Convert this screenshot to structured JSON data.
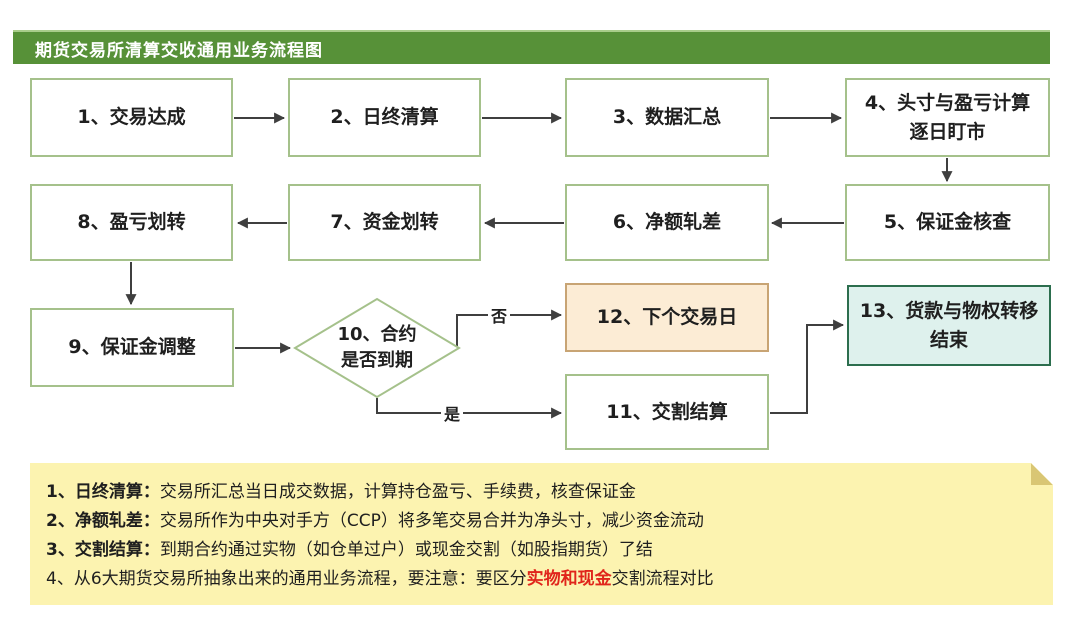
{
  "title": "期货交易所清算交收通用业务流程图",
  "nodes": {
    "n1": {
      "label": "1、交易达成"
    },
    "n2": {
      "label": "2、日终清算"
    },
    "n3": {
      "label": "3、数据汇总"
    },
    "n4": {
      "label": "4、头寸与盈亏计算\n逐日盯市"
    },
    "n5": {
      "label": "5、保证金核查"
    },
    "n6": {
      "label": "6、净额轧差"
    },
    "n7": {
      "label": "7、资金划转"
    },
    "n8": {
      "label": "8、盈亏划转"
    },
    "n9": {
      "label": "9、保证金调整"
    },
    "n10": {
      "label": "10、合约\n是否到期"
    },
    "n11": {
      "label": "11、交割结算"
    },
    "n12": {
      "label": "12、下个交易日"
    },
    "n13": {
      "label": "13、货款与物权转移\n结束"
    }
  },
  "edge_labels": {
    "no": "否",
    "yes": "是"
  },
  "notes": [
    {
      "term": "1、日终清算：",
      "text": "交易所汇总当日成交数据，计算持仓盈亏、手续费，核查保证金"
    },
    {
      "term": "2、净额轧差：",
      "text": "交易所作为中央对手方（CCP）将多笔交易合并为净头寸，减少资金流动"
    },
    {
      "term": "3、交割结算：",
      "text": "到期合约通过实物（如仓单过户）或现金交割（如股指期货）了结"
    },
    {
      "prefix": "4、从6大期货交易所抽象出来的通用业务流程，要注意：要区分",
      "highlight": "实物和现金",
      "suffix": "交割流程对比"
    }
  ],
  "colors": {
    "title_bar_green": "#579138",
    "node_border_green": "#a5c18b",
    "node12_bg": "#fcecd5",
    "node12_border": "#c8a474",
    "node13_bg": "#def1ed",
    "node13_border": "#2c6e4e",
    "notes_bg": "#fcf3b0",
    "notes_fold": "#d9c674",
    "arrow_color": "#3f3f3f",
    "highlight_red": "#e0251b"
  }
}
